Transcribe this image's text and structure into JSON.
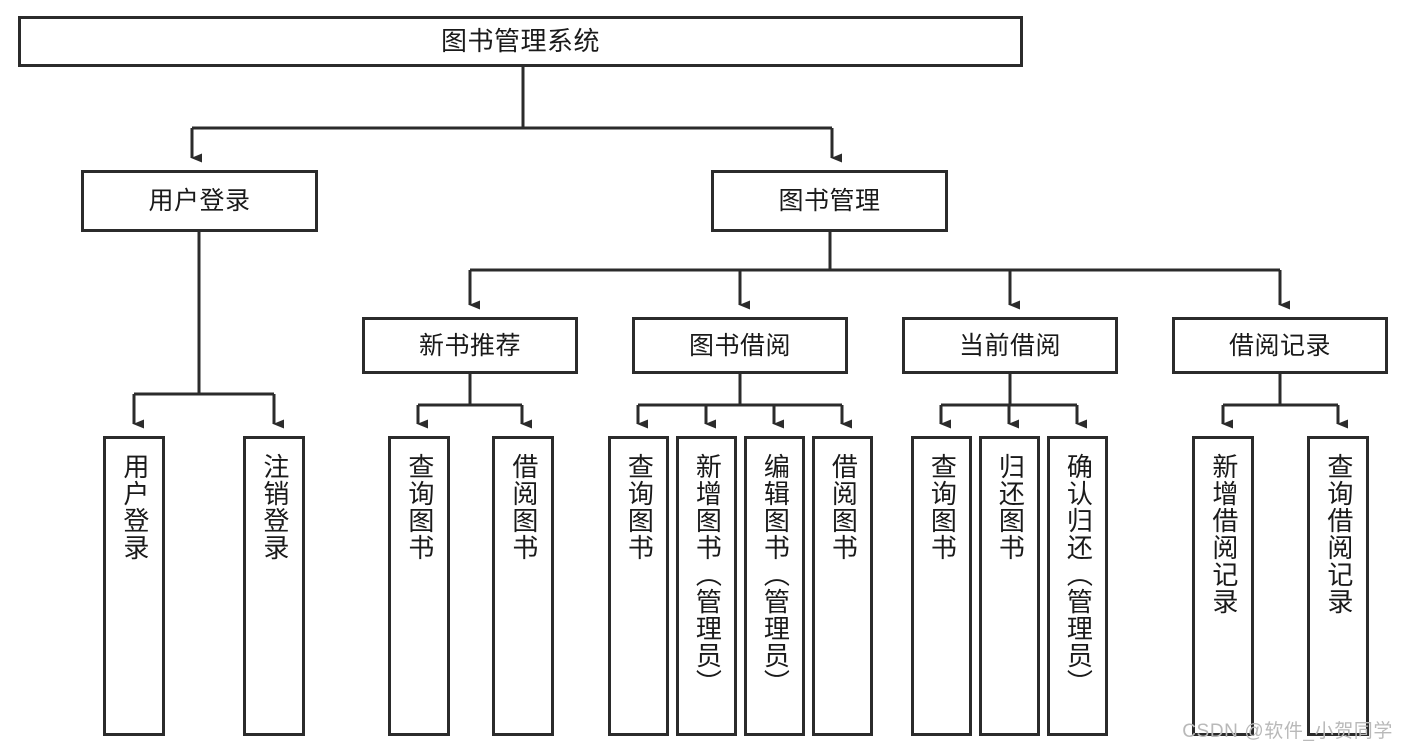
{
  "diagram": {
    "title": "图书管理系统",
    "type": "tree",
    "orientation": "top-down",
    "colors": {
      "box_border": "#2b2b2b",
      "box_fill": "#ffffff",
      "connector": "#2b2b2b",
      "text": "#1a1a1a",
      "watermark": "#b9b9b9",
      "background": "#ffffff"
    },
    "levels": [
      {
        "level": 1,
        "nodes": [
          {
            "id": "root",
            "label": "图书管理系统",
            "text_direction": "horizontal"
          }
        ]
      },
      {
        "level": 2,
        "nodes": [
          {
            "id": "user-login",
            "label": "用户登录",
            "text_direction": "horizontal",
            "parent": "root"
          },
          {
            "id": "book-manage",
            "label": "图书管理",
            "text_direction": "horizontal",
            "parent": "root"
          }
        ]
      },
      {
        "level": 3,
        "nodes": [
          {
            "id": "new-book-recommend",
            "label": "新书推荐",
            "text_direction": "horizontal",
            "parent": "book-manage"
          },
          {
            "id": "book-borrow",
            "label": "图书借阅",
            "text_direction": "horizontal",
            "parent": "book-manage"
          },
          {
            "id": "current-borrow",
            "label": "当前借阅",
            "text_direction": "horizontal",
            "parent": "book-manage"
          },
          {
            "id": "borrow-record",
            "label": "借阅记录",
            "text_direction": "horizontal",
            "parent": "book-manage"
          }
        ]
      },
      {
        "level": 4,
        "nodes": [
          {
            "id": "leaf-user-login",
            "label": "用户登录",
            "text_direction": "vertical",
            "parent": "user-login"
          },
          {
            "id": "leaf-logout-login",
            "label": "注销登录",
            "text_direction": "vertical",
            "parent": "user-login"
          },
          {
            "id": "leaf-query-book-1",
            "label": "查询图书",
            "text_direction": "vertical",
            "parent": "new-book-recommend"
          },
          {
            "id": "leaf-borrow-book-1",
            "label": "借阅图书",
            "text_direction": "vertical",
            "parent": "new-book-recommend"
          },
          {
            "id": "leaf-query-book-2",
            "label": "查询图书",
            "text_direction": "vertical",
            "parent": "book-borrow"
          },
          {
            "id": "leaf-add-book-admin",
            "label": "新增图书（管理员）",
            "text_direction": "vertical",
            "parent": "book-borrow"
          },
          {
            "id": "leaf-edit-book-admin",
            "label": "编辑图书（管理员）",
            "text_direction": "vertical",
            "parent": "book-borrow"
          },
          {
            "id": "leaf-borrow-book-2",
            "label": "借阅图书",
            "text_direction": "vertical",
            "parent": "book-borrow"
          },
          {
            "id": "leaf-query-book-3",
            "label": "查询图书",
            "text_direction": "vertical",
            "parent": "current-borrow"
          },
          {
            "id": "leaf-return-book",
            "label": "归还图书",
            "text_direction": "vertical",
            "parent": "current-borrow"
          },
          {
            "id": "leaf-confirm-return-admin",
            "label": "确认归还（管理员）",
            "text_direction": "vertical",
            "parent": "current-borrow"
          },
          {
            "id": "leaf-add-borrow-record",
            "label": "新增借阅记录",
            "text_direction": "vertical",
            "parent": "borrow-record"
          },
          {
            "id": "leaf-query-borrow-record",
            "label": "查询借阅记录",
            "text_direction": "vertical",
            "parent": "borrow-record"
          }
        ]
      }
    ]
  },
  "watermark": {
    "text": "CSDN @软件_小贺同学"
  }
}
